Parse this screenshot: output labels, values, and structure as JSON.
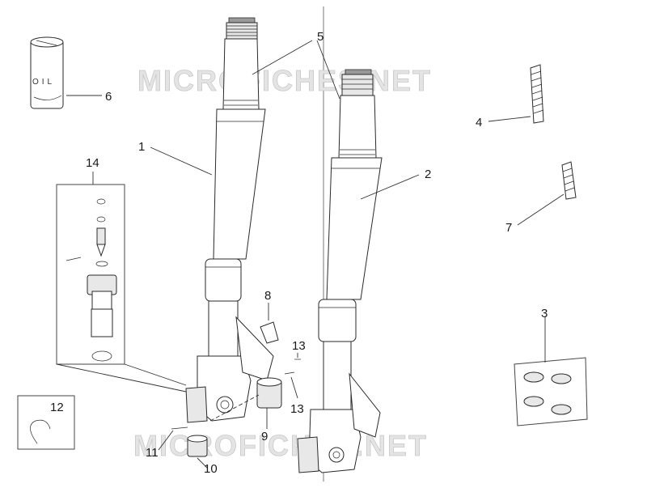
{
  "watermark": {
    "top": "MICROFICHES.NET",
    "bottom": "MICROFICHES.NET"
  },
  "oil_label": "OIL",
  "callouts": {
    "c1": "1",
    "c2": "2",
    "c3": "3",
    "c4": "4",
    "c5": "5",
    "c6": "6",
    "c7": "7",
    "c8": "8",
    "c9": "9",
    "c10": "10",
    "c11": "11",
    "c12": "12",
    "c13a": "13",
    "c13b": "13",
    "c14": "14"
  }
}
